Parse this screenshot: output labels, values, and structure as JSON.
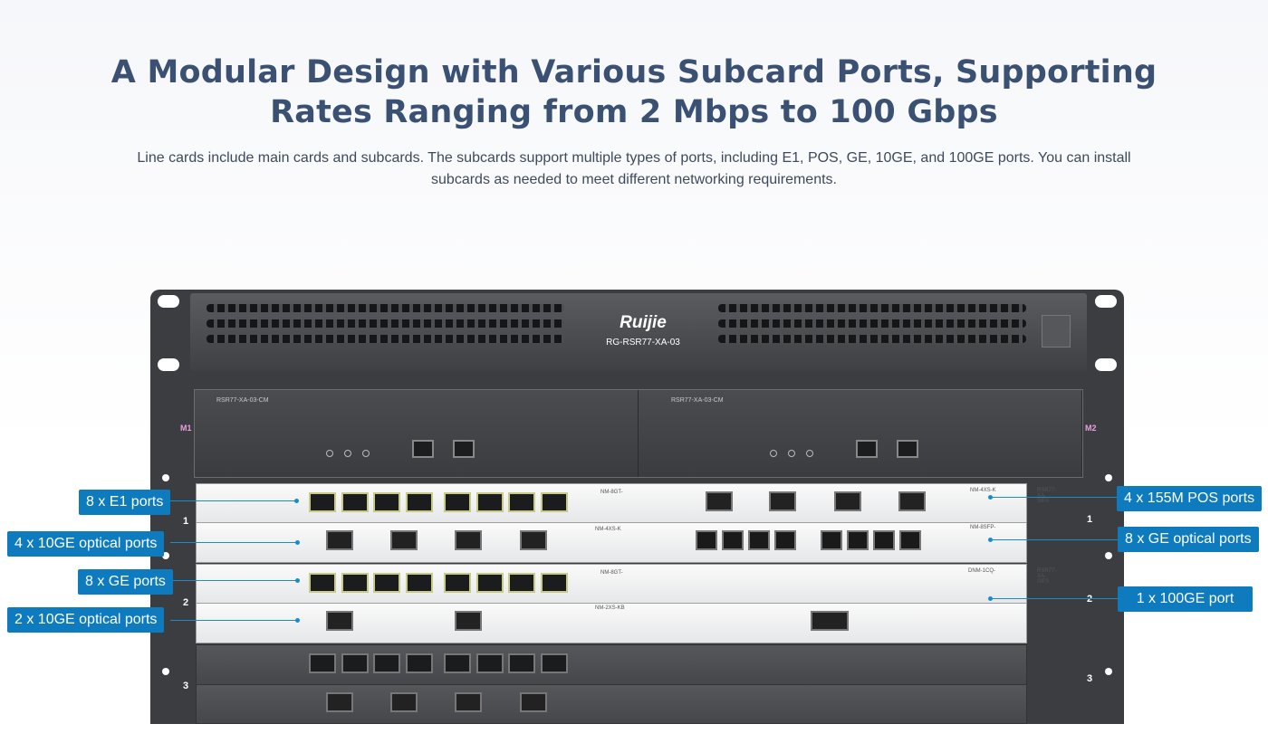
{
  "header": {
    "title": "A Modular Design with Various Subcard Ports, Supporting Rates Ranging from 2 Mbps to 100 Gbps",
    "description": "Line cards include main cards and subcards. The subcards support multiple types of ports, including E1, POS, GE, 10GE, and 100GE ports. You can install subcards as needed to meet different networking requirements."
  },
  "device": {
    "brand": "Ruijie",
    "model": "RG-RSR77-XA-03",
    "mgmt_slots": [
      {
        "slot_label": "M1",
        "card_name": "RSR77-XA-03-CM"
      },
      {
        "slot_label": "M2",
        "card_name": "RSR77-XA-03-CM"
      }
    ],
    "slot_numbers": [
      "1",
      "2",
      "3"
    ],
    "cards": {
      "c1": "NM-8GT-",
      "c2": "NM-4XS-K",
      "c3": "NM-8GT-",
      "c4": "NM-2XS-KB",
      "c5": "NM-4XS-K",
      "c6": "NM-8SFP-",
      "c7": "DNM-1CQ-",
      "r1": "RSR77-XA-SIP3",
      "r2": "RSR77-XA-SIP3"
    }
  },
  "callouts_left": [
    {
      "label": "8 x E1 ports"
    },
    {
      "label": "4 x 10GE optical ports"
    },
    {
      "label": "8 x GE ports"
    },
    {
      "label": "2 x 10GE optical ports"
    }
  ],
  "callouts_right": [
    {
      "label": "4 x 155M POS ports"
    },
    {
      "label": "8 x GE optical ports"
    },
    {
      "label": "1 x 100GE port"
    }
  ],
  "colors": {
    "accent": "#0e7bbf",
    "title": "#3a5173"
  }
}
